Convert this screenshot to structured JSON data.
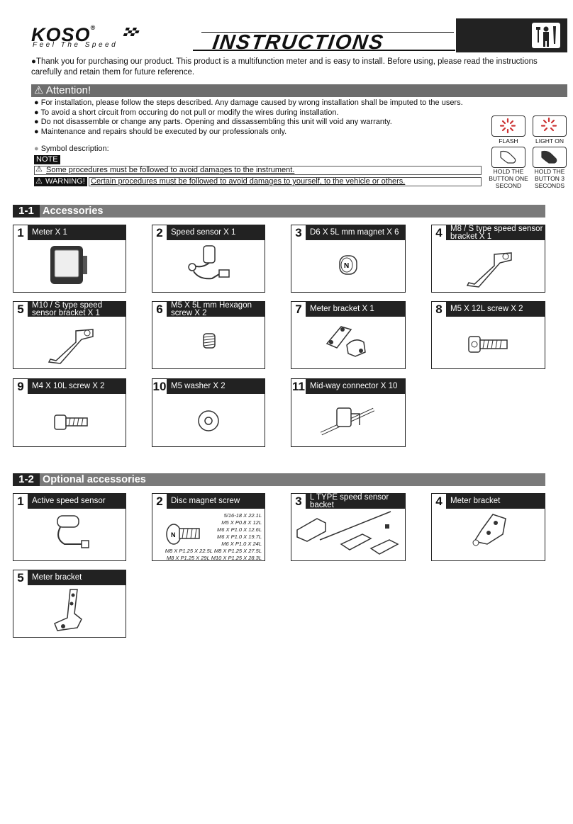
{
  "header": {
    "brand": "KOSO",
    "brand_reg": "®",
    "tagline": "Feel The Speed",
    "title": "INSTRUCTIONS"
  },
  "intro": "Thank you for purchasing our product. This product is a multifunction meter and is easy to install. Before using, please read the instructions carefully and retain them for future reference.",
  "attention": {
    "title": "Attention!",
    "items": [
      "For installation, please follow the steps described. Any damage caused by wrong installation shall be imputed to the users.",
      "To avoid a short circuit from occuring do not pull or modify the wires during installation.",
      "Do not disassemble or change any parts. Opening and dissassembling this unit will void any warranty.",
      "Maintenance and repairs should be executed by our professionals only."
    ],
    "symbol_description": "Symbol description:",
    "note_label": "NOTE",
    "note_text": "Some procedures must be followed to avoid damages to the instrument.",
    "warning_label": "WARNING!",
    "warning_text": "Certain procedures must be followed to avoid damages to yourself, to the vehicle or others.",
    "symbols": [
      {
        "label": "FLASH",
        "icon": "flash-icon"
      },
      {
        "label": "LIGHT ON",
        "icon": "light-on-icon"
      },
      {
        "label": "HOLD THE BUTTON ONE SECOND",
        "icon": "press-one-second-icon"
      },
      {
        "label": "HOLD THE BUTTON 3 SECONDS",
        "icon": "press-three-seconds-icon"
      }
    ]
  },
  "accessories": {
    "num": "1-1",
    "title": "Accessories",
    "items": [
      {
        "num": "1",
        "label": "Meter X 1"
      },
      {
        "num": "2",
        "label": "Speed sensor X 1"
      },
      {
        "num": "3",
        "label": "D6 X 5L mm magnet X 6"
      },
      {
        "num": "4",
        "label": "M8 / S type speed sensor bracket X 1"
      },
      {
        "num": "5",
        "label": "M10 / S type speed sensor bracket X 1"
      },
      {
        "num": "6",
        "label": "M5 X 5L mm Hexagon screw X 2"
      },
      {
        "num": "7",
        "label": "Meter bracket X 1"
      },
      {
        "num": "8",
        "label": "M5 X 12L screw X 2"
      },
      {
        "num": "9",
        "label": "M4 X 10L screw X 2"
      },
      {
        "num": "10",
        "label": "M5 washer X 2"
      },
      {
        "num": "11",
        "label": "Mid-way connector X 10"
      }
    ]
  },
  "optional": {
    "num": "1-2",
    "title": "Optional accessories",
    "items": [
      {
        "num": "1",
        "label": "Active speed sensor"
      },
      {
        "num": "2",
        "label": "Disc magnet screw"
      },
      {
        "num": "3",
        "label": "L TYPE speed sensor backet"
      },
      {
        "num": "4",
        "label": "Meter bracket"
      },
      {
        "num": "5",
        "label": "Meter bracket"
      }
    ],
    "screw_sizes": [
      "5/16-18 X 22.1L",
      "M5 X P0.8 X 12L",
      "M6 X P1.0 X 12.6L",
      "M6 X P1.0 X 19.7L",
      "M6 X P1.0 X 24L",
      "M8 X P1.25 X 22.5L  M8 X P1.25 X 27.5L",
      "M8 X P1.25 X 29L  M10 X P1.25 X 28.3L"
    ]
  }
}
